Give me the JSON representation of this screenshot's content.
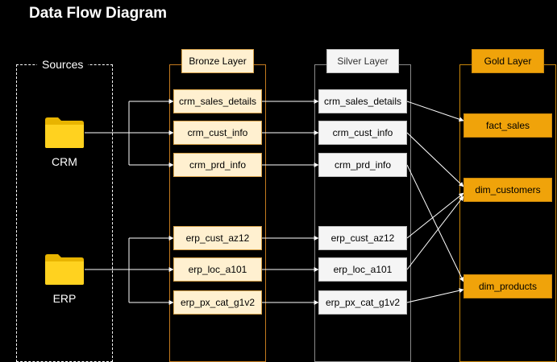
{
  "title": "Data Flow Diagram",
  "sources": {
    "label": "Sources",
    "items": [
      {
        "label": "CRM"
      },
      {
        "label": "ERP"
      }
    ]
  },
  "bronze": {
    "header": "Bronze Layer",
    "nodes": [
      "crm_sales_details",
      "crm_cust_info",
      "crm_prd_info",
      "erp_cust_az12",
      "erp_loc_a101",
      "erp_px_cat_g1v2"
    ]
  },
  "silver": {
    "header": "Silver Layer",
    "nodes": [
      "crm_sales_details",
      "crm_cust_info",
      "crm_prd_info",
      "erp_cust_az12",
      "erp_loc_a101",
      "erp_px_cat_g1v2"
    ]
  },
  "gold": {
    "header": "Gold Layer",
    "nodes": [
      "fact_sales",
      "dim_customers",
      "dim_products"
    ]
  },
  "colors": {
    "bronze_fill": "#fff0d0",
    "silver_fill": "#f5f5f5",
    "gold_fill": "#f0a30a",
    "folder": "#ffd21f"
  },
  "icons": {
    "source": "folder-icon"
  }
}
